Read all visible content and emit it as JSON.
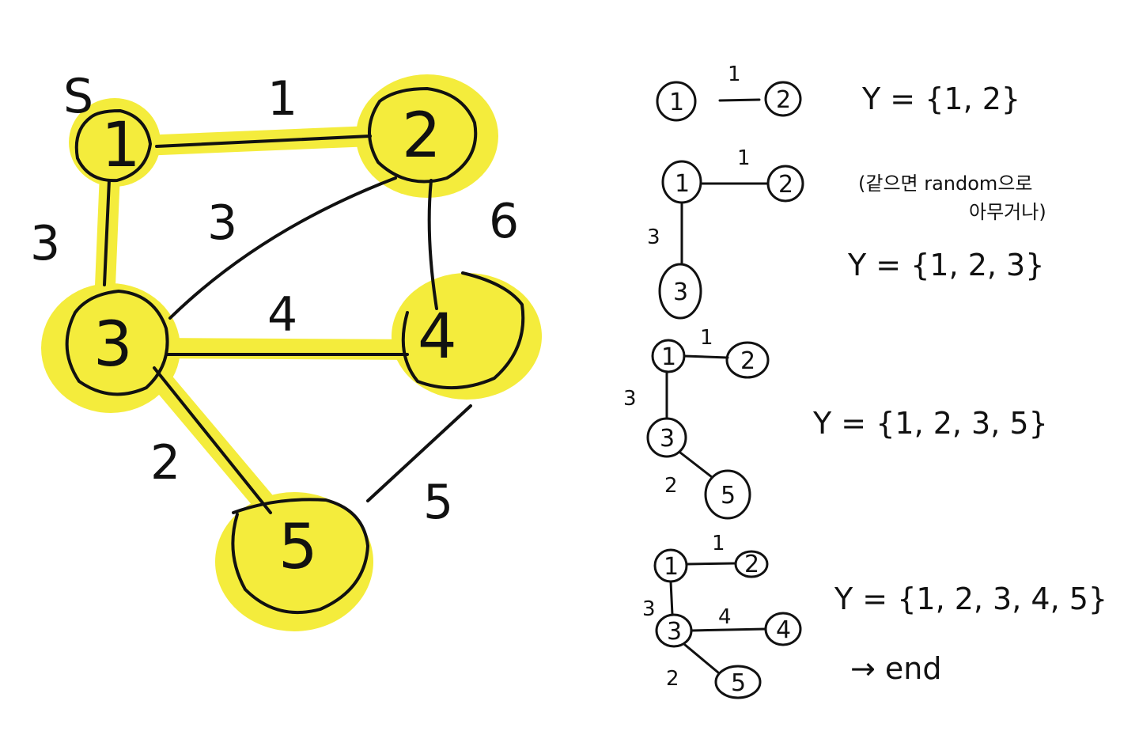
{
  "start_label": "S",
  "graph": {
    "nodes": [
      {
        "id": "1",
        "label": "1"
      },
      {
        "id": "2",
        "label": "2"
      },
      {
        "id": "3",
        "label": "3"
      },
      {
        "id": "4",
        "label": "4"
      },
      {
        "id": "5",
        "label": "5"
      }
    ],
    "edges": [
      {
        "from": "1",
        "to": "2",
        "weight": "1",
        "selected": true
      },
      {
        "from": "1",
        "to": "3",
        "weight": "3",
        "selected": true
      },
      {
        "from": "2",
        "to": "3",
        "weight": "3",
        "selected": false
      },
      {
        "from": "2",
        "to": "4",
        "weight": "6",
        "selected": false
      },
      {
        "from": "3",
        "to": "4",
        "weight": "4",
        "selected": true
      },
      {
        "from": "3",
        "to": "5",
        "weight": "2",
        "selected": true
      },
      {
        "from": "4",
        "to": "5",
        "weight": "5",
        "selected": false
      }
    ]
  },
  "steps": [
    {
      "nodes": [
        "1",
        "2"
      ],
      "edge_weights": {
        "1-2": "1"
      },
      "set": "Y = {1, 2}"
    },
    {
      "nodes": [
        "1",
        "2",
        "3"
      ],
      "edge_weights": {
        "1-2": "1",
        "1-3": "3"
      },
      "note": [
        "(같으면 random으로",
        "아무거나)"
      ],
      "set": "Y = {1, 2, 3}"
    },
    {
      "nodes": [
        "1",
        "2",
        "3",
        "5"
      ],
      "edge_weights": {
        "1-2": "1",
        "1-3": "3",
        "3-5": "2"
      },
      "set": "Y = {1, 2, 3, 5}"
    },
    {
      "nodes": [
        "1",
        "2",
        "3",
        "4",
        "5"
      ],
      "edge_weights": {
        "1-2": "1",
        "1-3": "3",
        "3-4": "4",
        "3-5": "2"
      },
      "set": "Y = {1, 2, 3, 4, 5}",
      "end": "→ end"
    }
  ],
  "colors": {
    "ink": "#111111",
    "highlight": "#f4ec3c"
  }
}
